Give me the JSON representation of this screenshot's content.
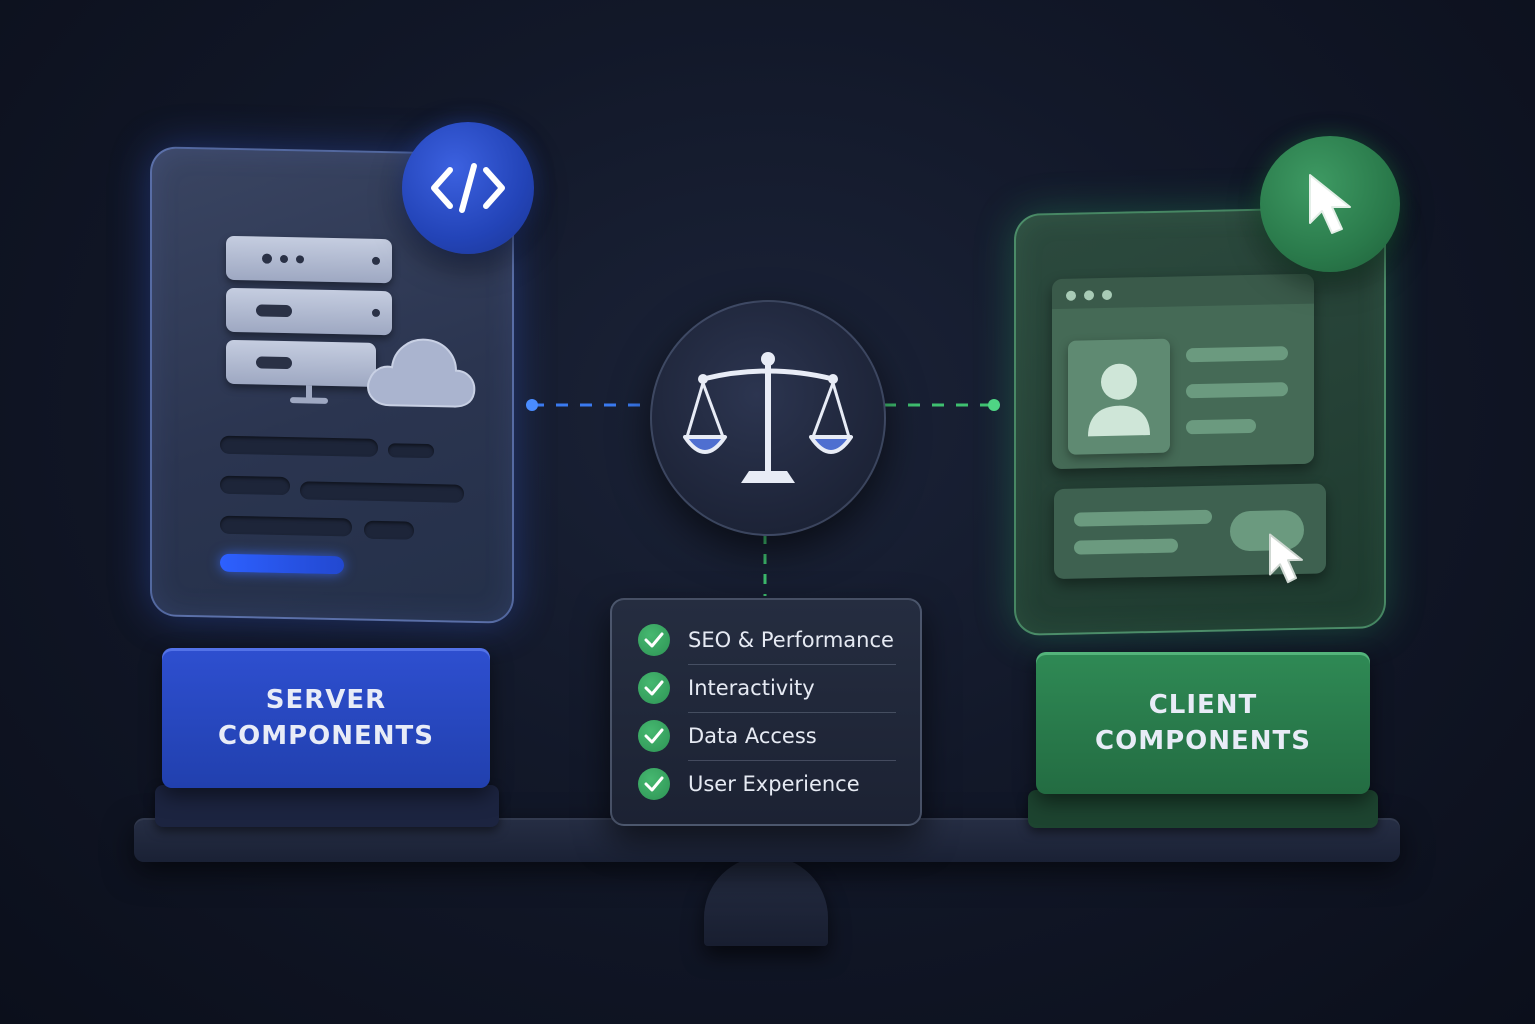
{
  "server": {
    "label_line1": "SERVER",
    "label_line2": "COMPONENTS",
    "badge_icon": "code-brackets-icon",
    "accent": "#2a4bd0"
  },
  "client": {
    "label_line1": "CLIENT",
    "label_line2": "COMPONENTS",
    "badge_icon": "cursor-arrow-icon",
    "accent": "#2f8a55"
  },
  "center": {
    "icon": "balance-scale-icon"
  },
  "checklist": {
    "items": [
      {
        "label": "SEO & Performance"
      },
      {
        "label": "Interactivity"
      },
      {
        "label": "Data Access"
      },
      {
        "label": "User Experience"
      }
    ],
    "check_color": "#3aa862"
  }
}
